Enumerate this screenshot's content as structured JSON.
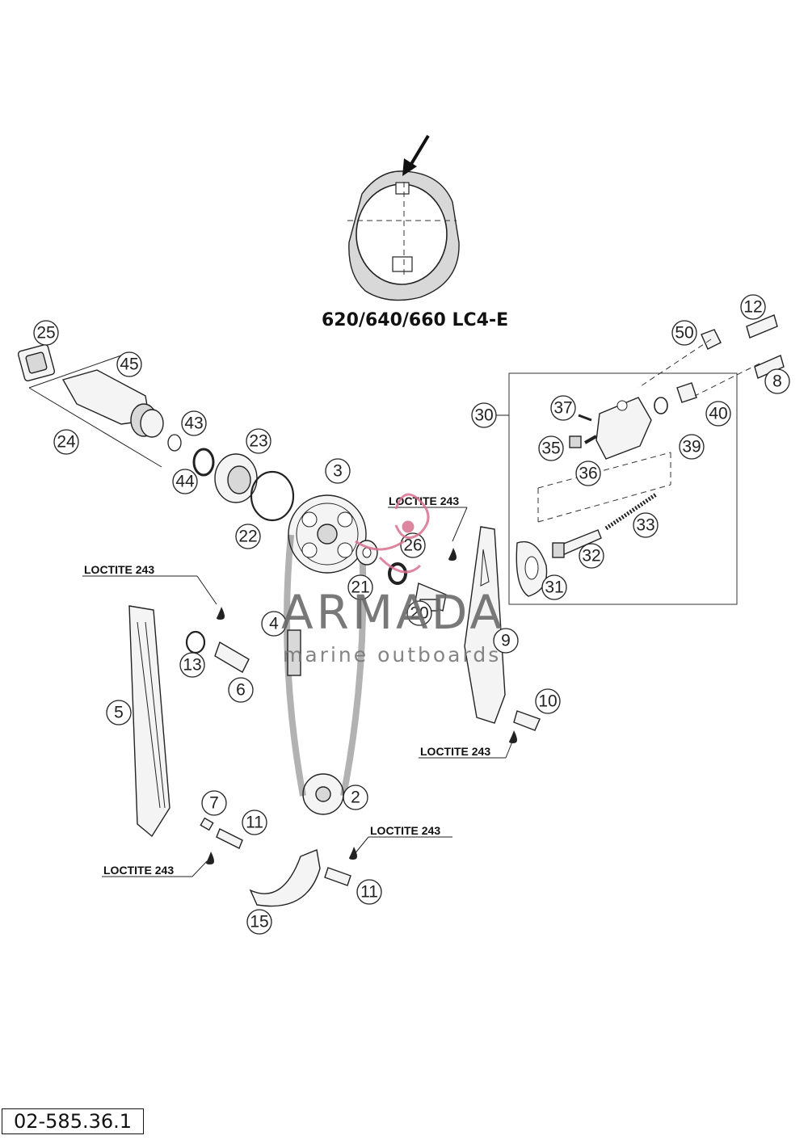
{
  "diagram": {
    "variant_caption": "620/640/660 LC4-E",
    "sheet_number": "02-585.36.1",
    "watermark": {
      "title": "ARMADA",
      "subtitle": "marine outboards"
    },
    "note_label": "LOCTITE 243",
    "callouts": [
      "25",
      "45",
      "24",
      "43",
      "44",
      "23",
      "22",
      "3",
      "21",
      "26",
      "20",
      "4",
      "9",
      "5",
      "13",
      "6",
      "10",
      "2",
      "7",
      "11",
      "11",
      "15",
      "12",
      "50",
      "8",
      "30",
      "37",
      "40",
      "35",
      "39",
      "36",
      "33",
      "32",
      "31"
    ]
  },
  "colors": {
    "ink": "#111111",
    "watermark": "#6b6b6b",
    "watermark_logo": "#d9708f"
  }
}
